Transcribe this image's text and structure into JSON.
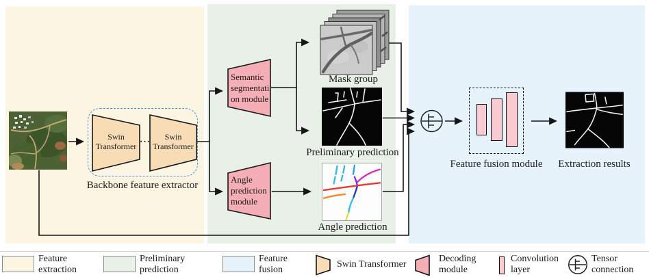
{
  "diagram": {
    "backbone": {
      "caption": "Backbone feature extractor",
      "blocks": [
        "Swin Transformer",
        "Swin Transformer"
      ],
      "dots": "···"
    },
    "semantic_module": {
      "lines": [
        "Semantic",
        "segmentati",
        "on module"
      ]
    },
    "angle_module": {
      "lines": [
        "Angle",
        "prediction",
        "module"
      ]
    },
    "mask_group_caption": "Mask group",
    "preliminary_caption": "Preliminary prediction",
    "angle_caption": "Angle prediction",
    "fusion_caption": "Feature fusion module",
    "results_caption": "Extraction results"
  },
  "legend": {
    "items": [
      {
        "symbol": "feature-extraction-swatch",
        "lines": [
          "Feature",
          "extraction"
        ]
      },
      {
        "symbol": "preliminary-prediction-swatch",
        "lines": [
          "Preliminary",
          "prediction"
        ]
      },
      {
        "symbol": "feature-fusion-swatch",
        "lines": [
          "Feature",
          "fusion"
        ]
      },
      {
        "symbol": "swin-transformer-trapezoid",
        "lines": [
          "Swin Transformer"
        ]
      },
      {
        "symbol": "decoding-module-trapezoid",
        "lines": [
          "Decoding",
          "module"
        ]
      },
      {
        "symbol": "convolution-layer-bar",
        "lines": [
          "Convolution",
          "layer"
        ]
      },
      {
        "symbol": "tensor-connection-circle",
        "lines": [
          "Tensor",
          "connection"
        ]
      }
    ]
  },
  "colors": {
    "panel_cream": "#FBF5E1",
    "panel_green": "#E8F0E8",
    "panel_blue": "#E6F3FA",
    "swin_fill": "#F8DCB5",
    "decoder_fill": "#F5AEB5",
    "conv_fill": "#F9CBD0",
    "dashed_blue": "#3E8FD6",
    "line_color": "#161616",
    "text_color": "#1C1C1C"
  }
}
